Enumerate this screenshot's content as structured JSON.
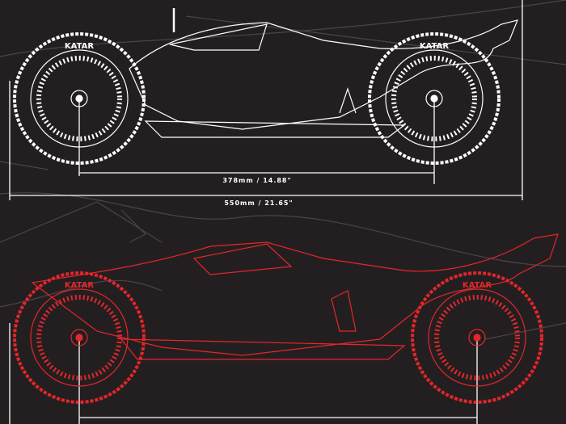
{
  "colors": {
    "background": "#231f20",
    "top_view": "#ffffff",
    "bottom_view": "#e5262b",
    "ghost": "#4a4647"
  },
  "top_car": {
    "tire_brand": "KATAR",
    "wheelbase_label": "378mm / 14.88\"",
    "length_label": "550mm / 21.65\""
  },
  "bottom_car": {
    "tire_brand": "KATAR"
  }
}
